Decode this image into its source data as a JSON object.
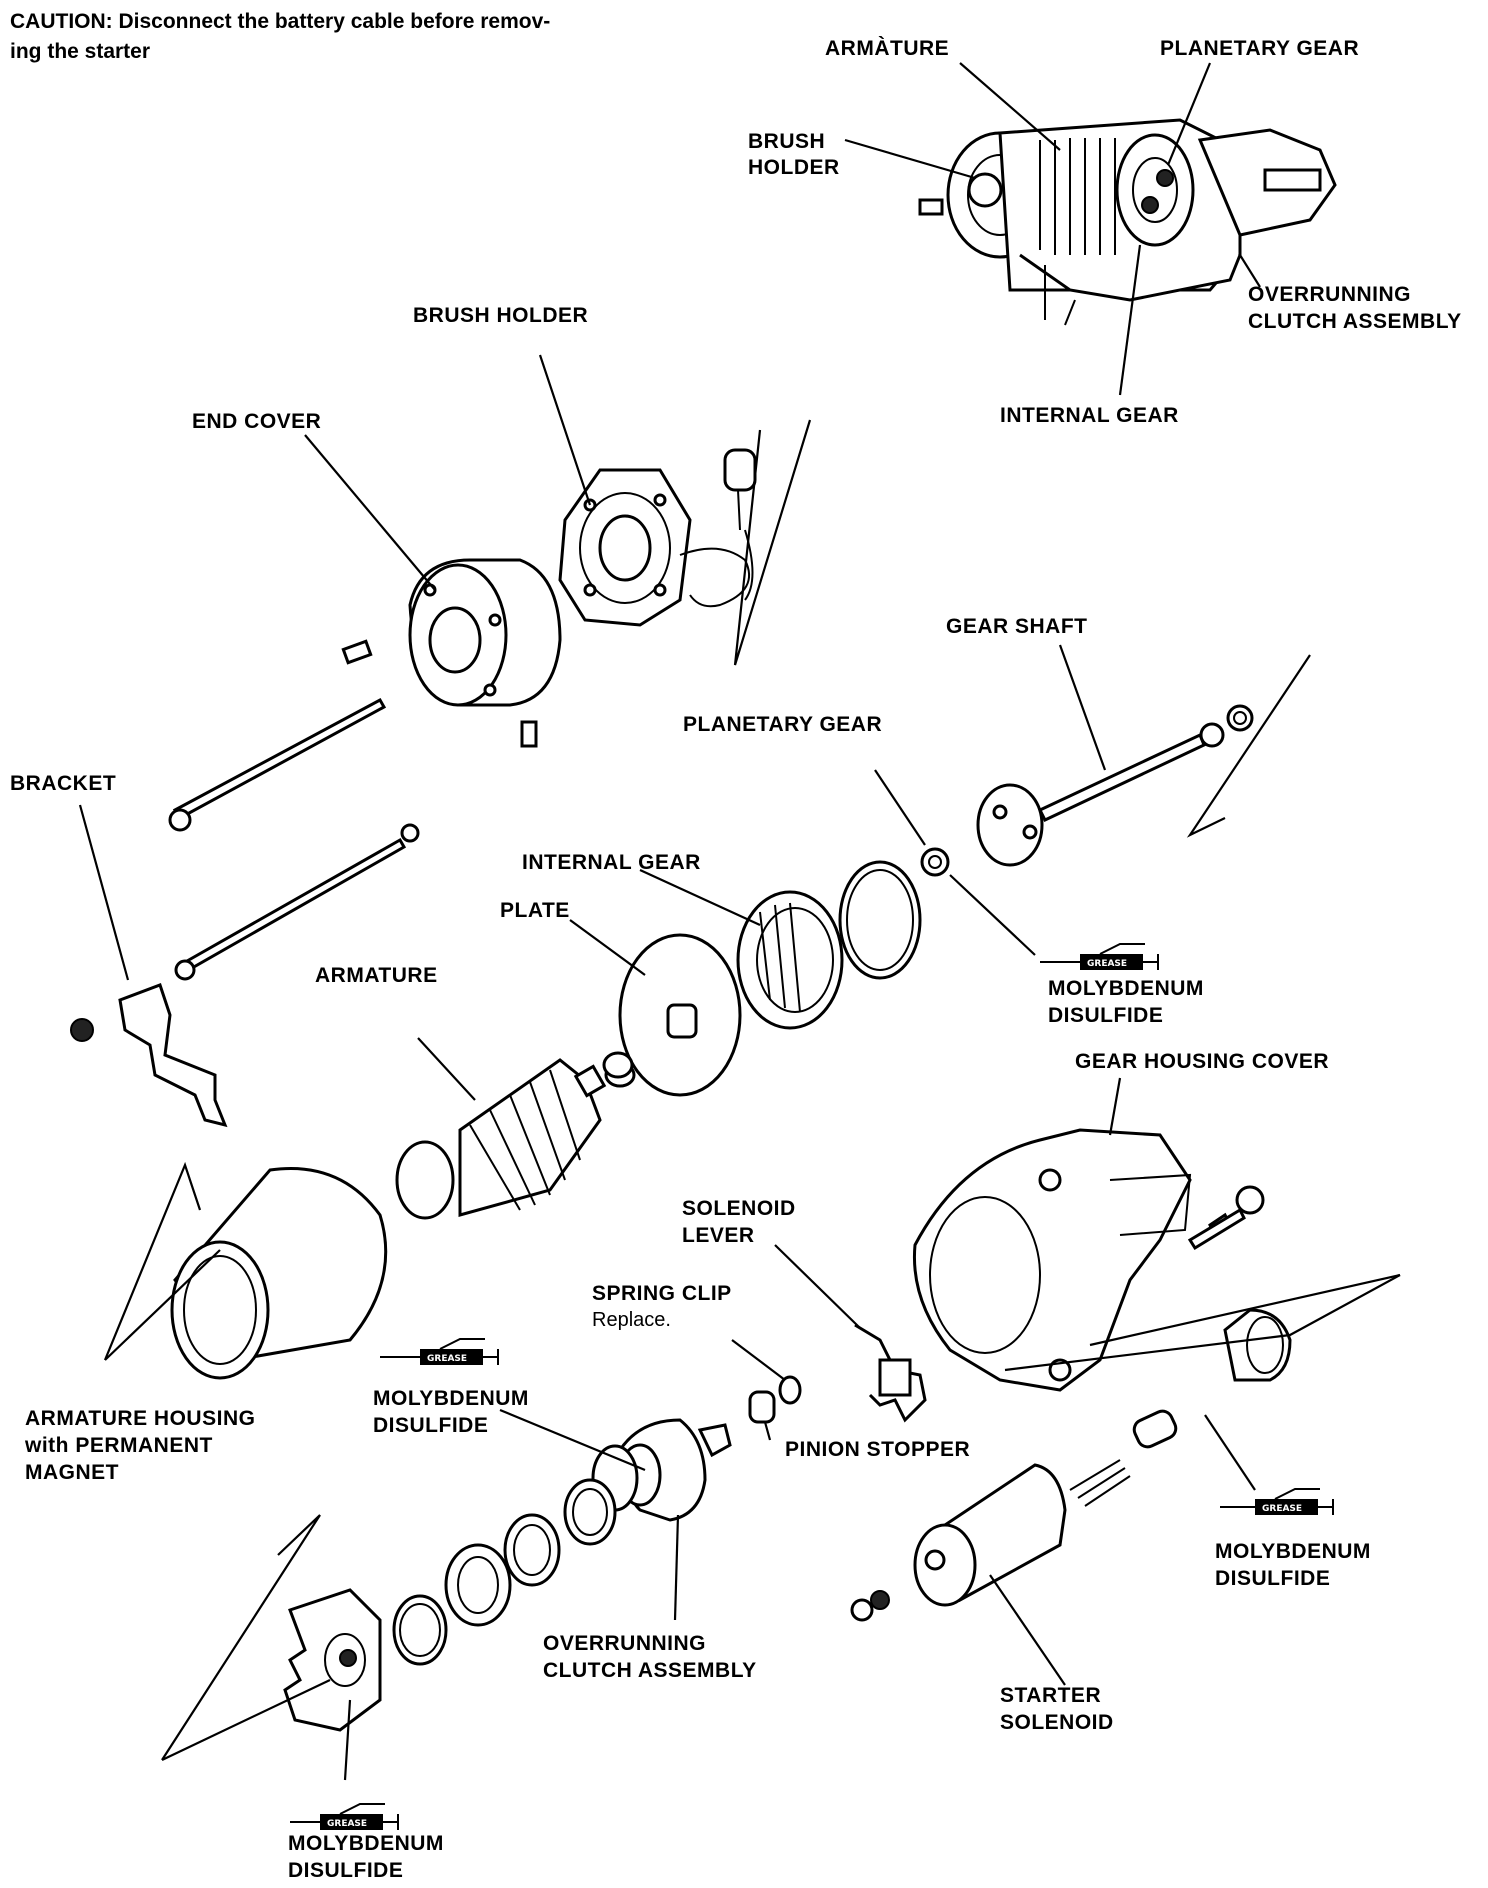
{
  "caution": {
    "line1": "CAUTION: Disconnect the battery cable before remov-",
    "line2": "ing the starter"
  },
  "labels": {
    "armature_top": "ARMÀTURE",
    "planetary_gear_top": "PLANETARY GEAR",
    "brush_holder_top_1": "BRUSH",
    "brush_holder_top_2": "HOLDER",
    "overrunning_top_1": "OVERRUNNING",
    "overrunning_top_2": "CLUTCH ASSEMBLY",
    "internal_gear_top": "INTERNAL GEAR",
    "brush_holder": "BRUSH HOLDER",
    "end_cover": "END COVER",
    "gear_shaft": "GEAR SHAFT",
    "planetary_gear": "PLANETARY GEAR",
    "bracket": "BRACKET",
    "internal_gear": "INTERNAL GEAR",
    "plate": "PLATE",
    "armature": "ARMATURE",
    "moly_1a": "MOLYBDENUM",
    "moly_1b": "DISULFIDE",
    "gear_housing_cover": "GEAR HOUSING COVER",
    "solenoid_lever_1": "SOLENOID",
    "solenoid_lever_2": "LEVER",
    "spring_clip": "SPRING CLIP",
    "spring_clip_note": "Replace.",
    "moly_2a": "MOLYBDENUM",
    "moly_2b": "DISULFIDE",
    "pinion_stopper": "PINION STOPPER",
    "armature_housing_1": "ARMATURE HOUSING",
    "armature_housing_2": "with PERMANENT",
    "armature_housing_3": "MAGNET",
    "moly_3a": "MOLYBDENUM",
    "moly_3b": "DISULFIDE",
    "overrunning_1": "OVERRUNNING",
    "overrunning_2": "CLUTCH ASSEMBLY",
    "starter_solenoid_1": "STARTER",
    "starter_solenoid_2": "SOLENOID",
    "moly_4a": "MOLYBDENUM",
    "moly_4b": "DISULFIDE"
  },
  "grease_tube_text": "GREASE"
}
